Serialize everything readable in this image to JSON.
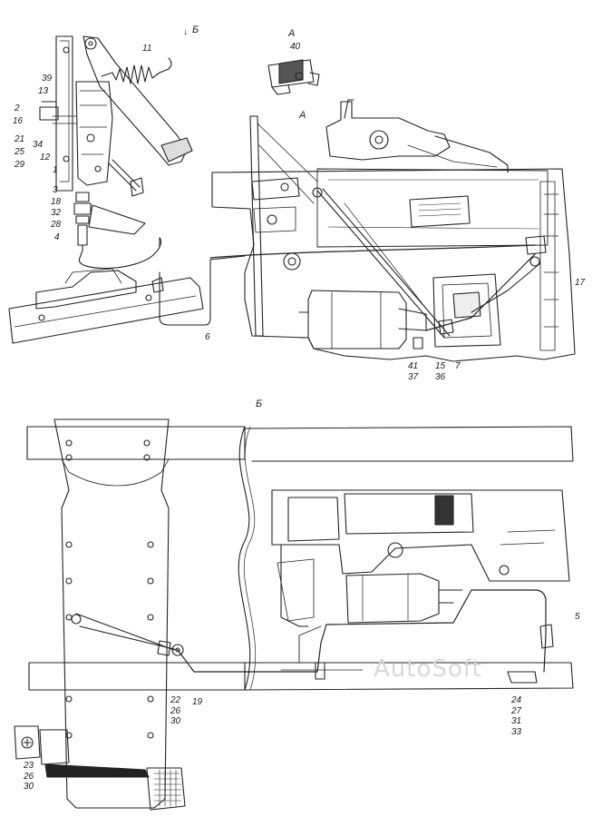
{
  "view_labels": {
    "b_arrow": "Б",
    "a_top": "А",
    "a_detail": "А",
    "b_section": "Б"
  },
  "callouts": {
    "c40": "40",
    "c11": "11",
    "c39": "39",
    "c13": "13",
    "c2": "2",
    "c16": "16",
    "c21": "21",
    "c34": "34",
    "c25": "25",
    "c29": "29",
    "c12": "12",
    "c1": "1",
    "c3": "3",
    "c18": "18",
    "c32": "32",
    "c28": "28",
    "c4": "4",
    "c6": "6",
    "c17": "17",
    "c41": "41",
    "c37": "37",
    "c15": "15",
    "c36": "36",
    "c7": "7",
    "c5": "5",
    "c22": "22",
    "c26a": "26",
    "c30a": "30",
    "c19": "19",
    "c23": "23",
    "c26b": "26",
    "c30b": "30",
    "c24": "24",
    "c27": "27",
    "c31": "31",
    "c33": "33"
  },
  "watermark": "AutoSoft"
}
